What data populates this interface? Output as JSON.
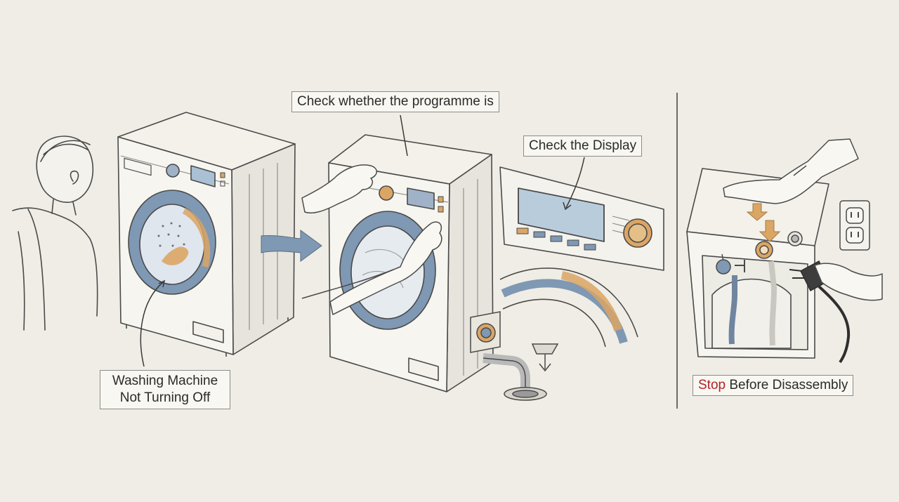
{
  "labels": {
    "not_turning_off_line1": "Washing Machine",
    "not_turning_off_line2": "Not Turning Off",
    "check_programme": "Check whether the programme is",
    "check_display": "Check the Display",
    "stop_word": "Stop",
    "stop_rest": "Before Disassembly"
  },
  "colors": {
    "background": "#efede5",
    "ink": "#4a4a4a",
    "steel_blue": "#7f98b3",
    "accent_orange": "#dba564",
    "stop_red": "#b3232a"
  },
  "icons": [
    "person-figure",
    "washing-machine",
    "arrow-right-icon",
    "hand-icon",
    "control-panel-display",
    "drain-pipe",
    "wall-socket-icon",
    "power-plug-icon",
    "down-arrow-icon"
  ]
}
